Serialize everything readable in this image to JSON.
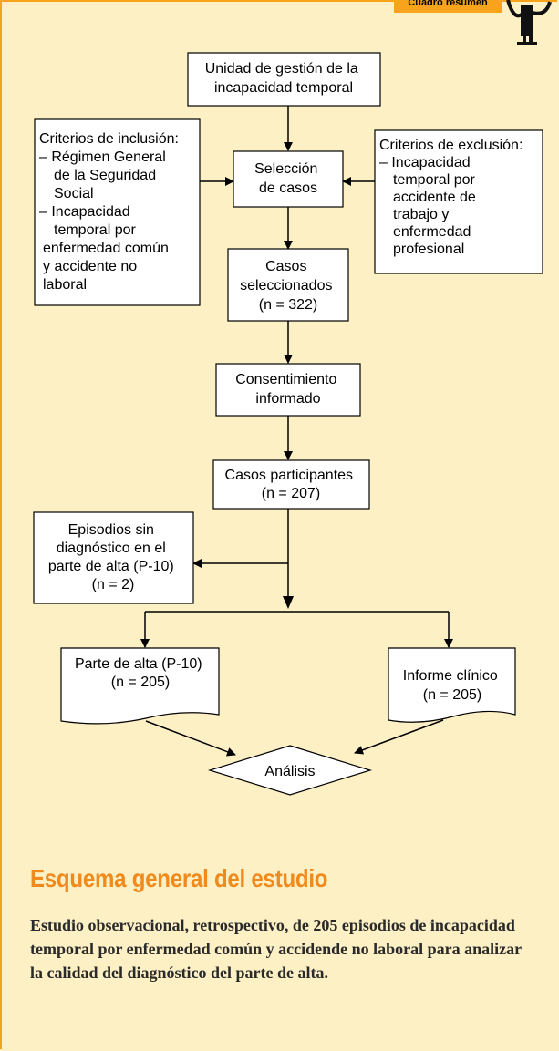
{
  "badge": "Cuadro resumen",
  "nodes": {
    "unidad": [
      "Unidad de gestión de la",
      "incapacidad temporal"
    ],
    "inclusion": [
      "Criterios de inclusión:",
      "– Régimen General",
      "de la Seguridad",
      "Social",
      "– Incapacidad",
      "temporal por",
      "enfermedad común",
      "y accidente no",
      "laboral"
    ],
    "seleccion": [
      "Selección",
      "de casos"
    ],
    "exclusion": [
      "Criterios de exclusión:",
      "– Incapacidad",
      "temporal por",
      "accidente de",
      "trabajo y",
      "enfermedad",
      "profesional"
    ],
    "seleccionados": [
      "Casos",
      "seleccionados",
      "(n = 322)"
    ],
    "consentimiento": [
      "Consentimiento",
      "informado"
    ],
    "participantes": [
      "Casos participantes",
      "(n = 207)"
    ],
    "sin_diagnostico": [
      "Episodios sin",
      "diagnóstico en el",
      "parte de alta (P-10)",
      "(n = 2)"
    ],
    "parte_alta": [
      "Parte de alta (P-10)",
      "(n = 205)"
    ],
    "informe": [
      "Informe clínico",
      "(n = 205)"
    ],
    "analisis": [
      "Análisis"
    ]
  },
  "title": "Esquema general del estudio",
  "summary": "Estudio observacional, retrospectivo, de 205 episodios de incapacidad temporal por enfermedad común y accidende no laboral para analizar la calidad del diagnóstico del parte de alta.",
  "colors": {
    "accent": "#f7a41c",
    "title": "#f08a1c",
    "background": "#fdf0c4",
    "box": "#ffffff"
  }
}
